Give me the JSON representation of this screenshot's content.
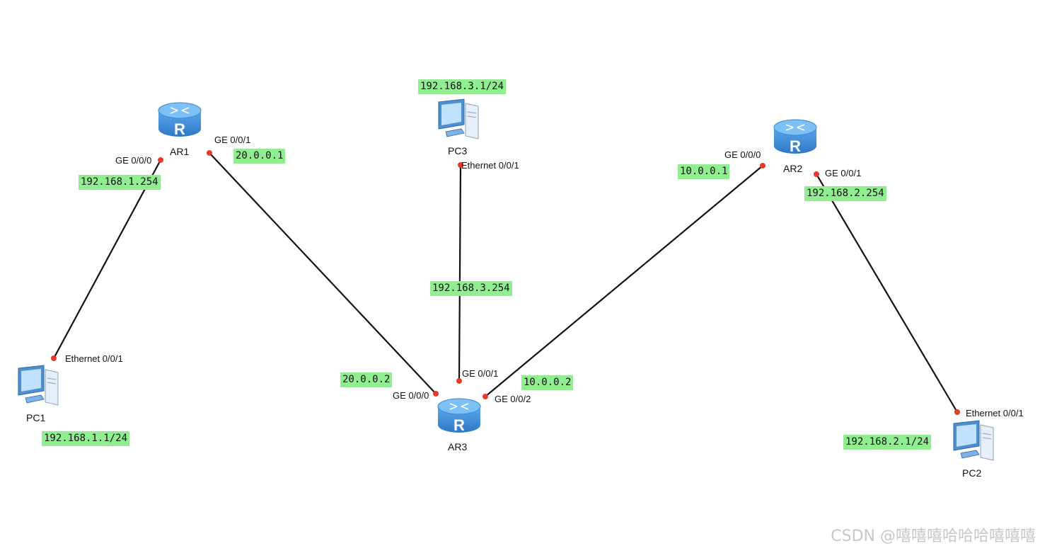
{
  "devices": {
    "ar1": {
      "name": "AR1",
      "type": "router"
    },
    "ar2": {
      "name": "AR2",
      "type": "router"
    },
    "ar3": {
      "name": "AR3",
      "type": "router"
    },
    "pc1": {
      "name": "PC1",
      "type": "pc"
    },
    "pc2": {
      "name": "PC2",
      "type": "pc"
    },
    "pc3": {
      "name": "PC3",
      "type": "pc"
    }
  },
  "interfaces": {
    "ar1_g000": "GE 0/0/0",
    "ar1_g001": "GE 0/0/1",
    "ar2_g000": "GE 0/0/0",
    "ar2_g001": "GE 0/0/1",
    "ar3_g000": "GE 0/0/0",
    "ar3_g001": "GE 0/0/1",
    "ar3_g002": "GE 0/0/2",
    "pc1_eth": "Ethernet 0/0/1",
    "pc2_eth": "Ethernet 0/0/1",
    "pc3_eth": "Ethernet 0/0/1"
  },
  "addresses": {
    "pc3": "192.168.3.1/24",
    "ar1_g001": "20.0.0.1",
    "ar1_g000": "192.168.1.254",
    "ar2_g000": "10.0.0.1",
    "ar2_g001": "192.168.2.254",
    "ar3_g001": "192.168.3.254",
    "ar3_g000": "20.0.0.2",
    "ar3_g002": "10.0.0.2",
    "pc1": "192.168.1.1/24",
    "pc2": "192.168.2.1/24"
  },
  "links": [
    {
      "from": "AR1 GE 0/0/0",
      "to": "PC1 Ethernet 0/0/1"
    },
    {
      "from": "AR1 GE 0/0/1",
      "to": "AR3 GE 0/0/0"
    },
    {
      "from": "PC3 Ethernet 0/0/1",
      "to": "AR3 GE 0/0/1"
    },
    {
      "from": "AR3 GE 0/0/2",
      "to": "AR2 GE 0/0/0"
    },
    {
      "from": "AR2 GE 0/0/1",
      "to": "PC2 Ethernet 0/0/1"
    }
  ],
  "colors": {
    "link": "#111111",
    "port_dot": "#e8392b",
    "ip_highlight": "#90ee90",
    "router_body": "#3f8fd8",
    "pc_body": "#5b9bd5"
  },
  "watermark": "CSDN @嘻嘻嘻哈哈哈嘻嘻嘻"
}
